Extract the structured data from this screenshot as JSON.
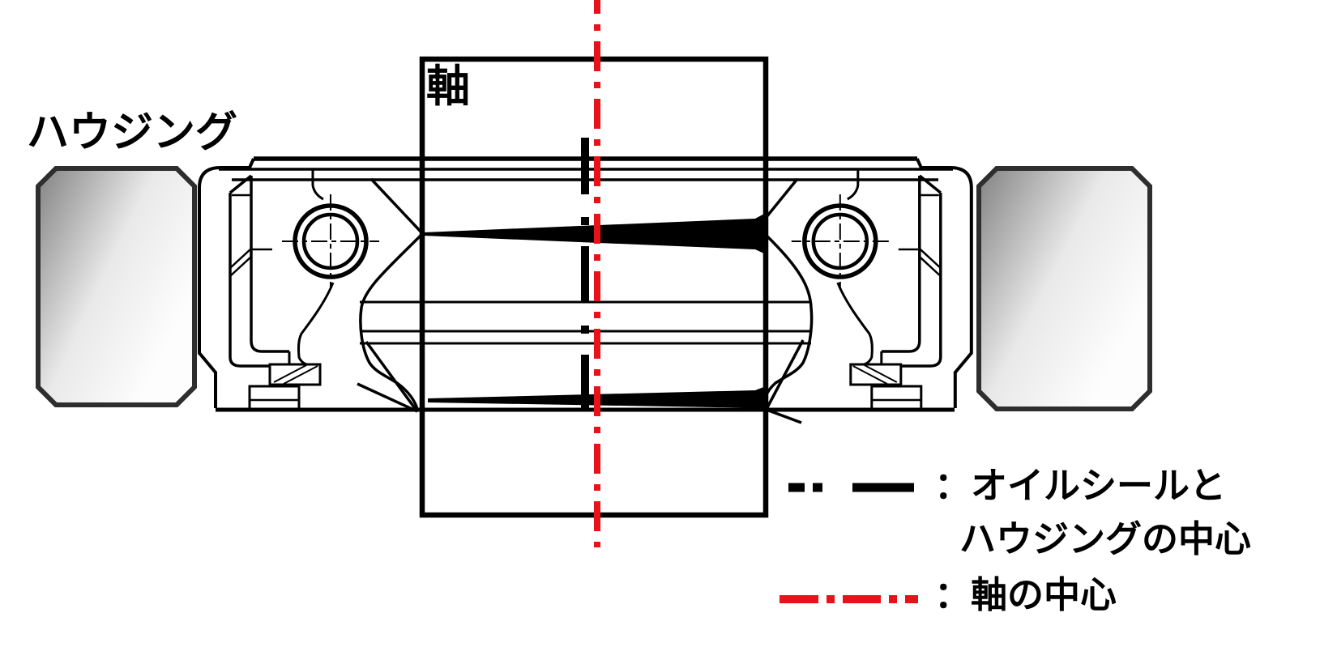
{
  "diagram": {
    "labels": {
      "housing": "ハウジング",
      "shaft": "軸"
    },
    "legend": {
      "items": [
        {
          "symbol": "black-long-short-center-dashed-line",
          "color": "#000000",
          "label_line1": "：オイルシールと",
          "label_line2": "ハウジングの中心"
        },
        {
          "symbol": "red-dash-dot-centerline",
          "color": "#e8121a",
          "label_line1": "：軸の中心"
        }
      ]
    },
    "colors": {
      "line_black": "#000000",
      "centerline_red": "#e8121a",
      "housing_fill_dark": "#828282",
      "housing_fill_mid": "#e9e9e9",
      "housing_fill_light": "#fdfdfd",
      "housing_border": "#2e2e2e"
    }
  }
}
